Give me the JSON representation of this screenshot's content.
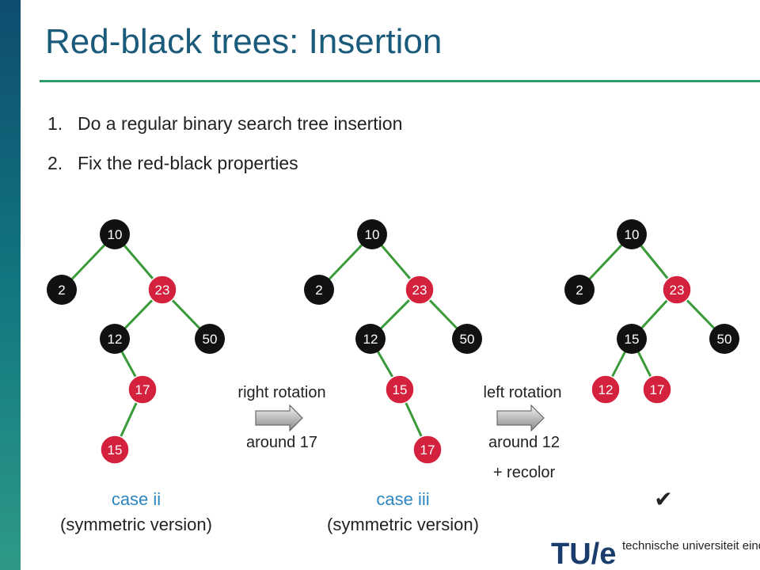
{
  "slide": {
    "title": "Red-black trees: Insertion",
    "steps": [
      {
        "num": "1.",
        "text": "Do a regular binary search tree insertion"
      },
      {
        "num": "2.",
        "text": "Fix the red-black properties"
      }
    ]
  },
  "colors": {
    "red_node": "#d4213d",
    "black_node": "#111111",
    "edge": "#3a9a3a",
    "case": "#2e86c1"
  },
  "trees": [
    {
      "nodes": [
        {
          "id": "a10",
          "label": "10",
          "color": "black"
        },
        {
          "id": "a2",
          "label": "2",
          "color": "black"
        },
        {
          "id": "a23",
          "label": "23",
          "color": "red"
        },
        {
          "id": "a12",
          "label": "12",
          "color": "black"
        },
        {
          "id": "a50",
          "label": "50",
          "color": "black"
        },
        {
          "id": "a17",
          "label": "17",
          "color": "red"
        },
        {
          "id": "a15",
          "label": "15",
          "color": "red"
        }
      ],
      "edges": [
        [
          "a10",
          "a2"
        ],
        [
          "a10",
          "a23"
        ],
        [
          "a23",
          "a12"
        ],
        [
          "a23",
          "a50"
        ],
        [
          "a12",
          "a17"
        ],
        [
          "a17",
          "a15"
        ]
      ]
    },
    {
      "nodes": [
        {
          "id": "b10",
          "label": "10",
          "color": "black"
        },
        {
          "id": "b2",
          "label": "2",
          "color": "black"
        },
        {
          "id": "b23",
          "label": "23",
          "color": "red"
        },
        {
          "id": "b12",
          "label": "12",
          "color": "black"
        },
        {
          "id": "b50",
          "label": "50",
          "color": "black"
        },
        {
          "id": "b15",
          "label": "15",
          "color": "red"
        },
        {
          "id": "b17",
          "label": "17",
          "color": "red"
        }
      ],
      "edges": [
        [
          "b10",
          "b2"
        ],
        [
          "b10",
          "b23"
        ],
        [
          "b23",
          "b12"
        ],
        [
          "b23",
          "b50"
        ],
        [
          "b12",
          "b15"
        ],
        [
          "b15",
          "b17"
        ]
      ]
    },
    {
      "nodes": [
        {
          "id": "c10",
          "label": "10",
          "color": "black"
        },
        {
          "id": "c2",
          "label": "2",
          "color": "black"
        },
        {
          "id": "c23",
          "label": "23",
          "color": "red"
        },
        {
          "id": "c15",
          "label": "15",
          "color": "black"
        },
        {
          "id": "c50",
          "label": "50",
          "color": "black"
        },
        {
          "id": "c12",
          "label": "12",
          "color": "red"
        },
        {
          "id": "c17",
          "label": "17",
          "color": "red"
        }
      ],
      "edges": [
        [
          "c10",
          "c2"
        ],
        [
          "c10",
          "c23"
        ],
        [
          "c23",
          "c15"
        ],
        [
          "c23",
          "c50"
        ],
        [
          "c15",
          "c12"
        ],
        [
          "c15",
          "c17"
        ]
      ]
    }
  ],
  "transforms": [
    {
      "line1": "right rotation",
      "line2": "around 17",
      "line3": ""
    },
    {
      "line1": "left rotation",
      "line2": "around 12",
      "line3": "+ recolor"
    }
  ],
  "cases": [
    {
      "name": "case ii",
      "sub": "(symmetric version)"
    },
    {
      "name": "case iii",
      "sub": "(symmetric version)"
    }
  ],
  "done_mark": "✔",
  "logo": {
    "mark": "TU/e",
    "text": "technische universiteit eindhoven"
  }
}
